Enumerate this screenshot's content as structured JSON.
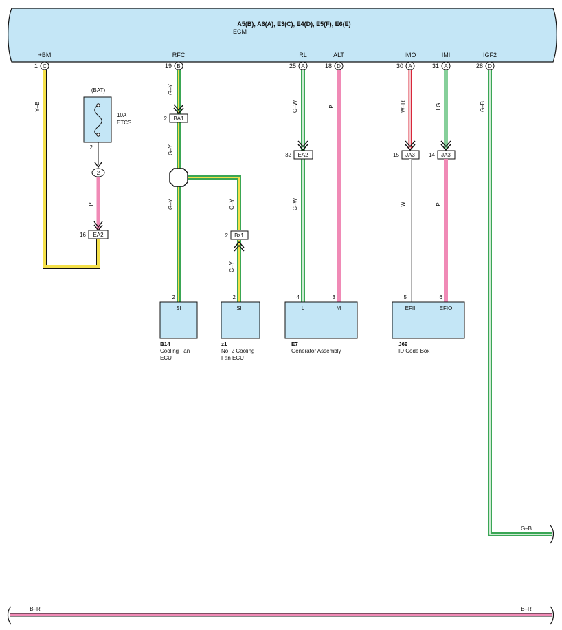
{
  "ecm": {
    "title": "A5(B), A6(A), E3(C), E4(D), E5(F), E6(E)",
    "subtitle": "ECM",
    "pins": [
      {
        "label": "+BM",
        "num": "1",
        "conn": "C"
      },
      {
        "label": "RFC",
        "num": "19",
        "conn": "B"
      },
      {
        "label": "RL",
        "num": "25",
        "conn": "A"
      },
      {
        "label": "ALT",
        "num": "18",
        "conn": "D"
      },
      {
        "label": "IMO",
        "num": "30",
        "conn": "A"
      },
      {
        "label": "IMI",
        "num": "31",
        "conn": "A"
      },
      {
        "label": "IGF2",
        "num": "28",
        "conn": "D"
      }
    ]
  },
  "wires": {
    "w1": "Y–B",
    "w2_top": "G–Y",
    "w2_mid": "G–Y",
    "w2_low": "G–Y",
    "w3_up": "G–Y",
    "w3_down": "G–Y",
    "w4_top": "G–W",
    "w4_low": "G–W",
    "w5": "P",
    "w6_top": "W–R",
    "w6_low": "W",
    "w7_top": "LG",
    "w7_low": "P",
    "w8_top": "G–B",
    "w8_right": "G–B",
    "fuse_wire": "P",
    "bottom_left": "B–R",
    "bottom_right": "B–R"
  },
  "fuse": {
    "source": "(BAT)",
    "rating": "10A",
    "name": "ETCS",
    "pin": "2",
    "connector_pin": "2"
  },
  "connectors": [
    {
      "name": "BA1",
      "pin": "2"
    },
    {
      "name": "EA2",
      "pin": "16"
    },
    {
      "name": "Bz1",
      "pin": "2"
    },
    {
      "name": "EA2",
      "pin": "32"
    },
    {
      "name": "JA3",
      "pin": "15"
    },
    {
      "name": "JA3",
      "pin": "14"
    }
  ],
  "components": [
    {
      "code": "B14",
      "name_line1": "Cooling Fan",
      "name_line2": "ECU",
      "pins": [
        {
          "num": "2",
          "label": "SI"
        }
      ]
    },
    {
      "code": "z1",
      "name_line1": "No. 2 Cooling",
      "name_line2": "Fan ECU",
      "pins": [
        {
          "num": "2",
          "label": "SI"
        }
      ]
    },
    {
      "code": "E7",
      "name_line1": "Generator Assembly",
      "name_line2": "",
      "pins": [
        {
          "num": "4",
          "label": "L"
        },
        {
          "num": "3",
          "label": "M"
        }
      ]
    },
    {
      "code": "J69",
      "name_line1": "ID Code Box",
      "name_line2": "",
      "pins": [
        {
          "num": "5",
          "label": "EFII"
        },
        {
          "num": "6",
          "label": "EFIO"
        }
      ]
    }
  ],
  "colors": {
    "ecm_fill": "#c4e6f6",
    "yellow": "#f4e04a",
    "green": "#3aa655",
    "light_green": "#86cf9a",
    "pink": "#f08ab6",
    "red": "#d8283a",
    "gray": "#9a9a9a"
  }
}
